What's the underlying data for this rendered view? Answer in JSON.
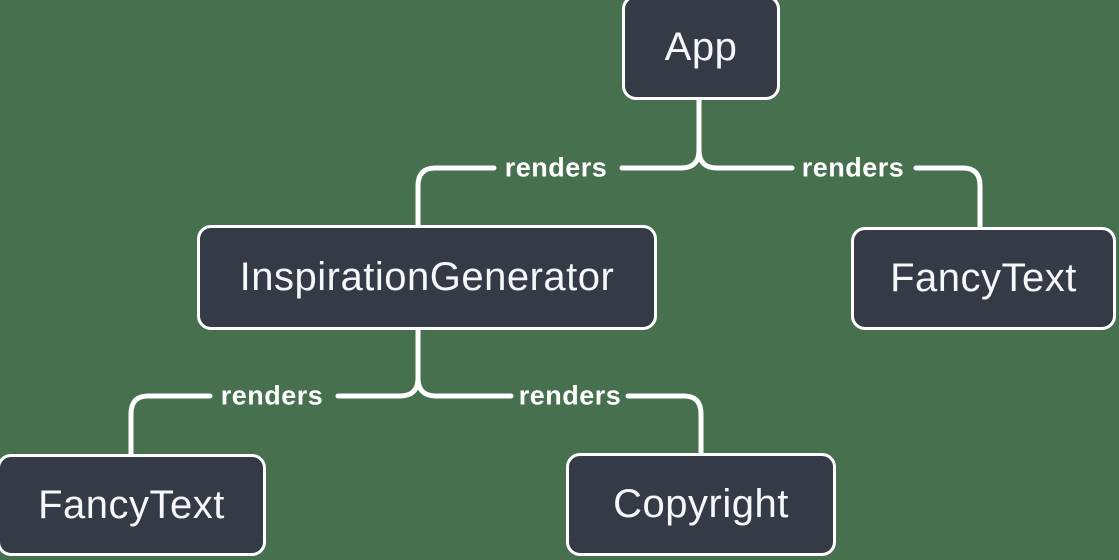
{
  "diagram": {
    "type": "component-render-tree"
  },
  "colors": {
    "background": "#47704e",
    "node_fill": "#343b47",
    "node_border": "#ffffff",
    "edge_line": "#ffffff",
    "node_text": "#f6f7f9",
    "edge_label_text": "#ffffff"
  },
  "nodes": {
    "app": {
      "label": "App"
    },
    "inspiration_generator": {
      "label": "InspirationGenerator"
    },
    "fancy_text_right": {
      "label": "FancyText"
    },
    "fancy_text_left": {
      "label": "FancyText"
    },
    "copyright": {
      "label": "Copyright"
    }
  },
  "edges": {
    "app_to_inspiration_generator": {
      "label": "renders"
    },
    "app_to_fancy_text": {
      "label": "renders"
    },
    "inspiration_generator_to_fancy_text": {
      "label": "renders"
    },
    "inspiration_generator_to_copyright": {
      "label": "renders"
    }
  }
}
